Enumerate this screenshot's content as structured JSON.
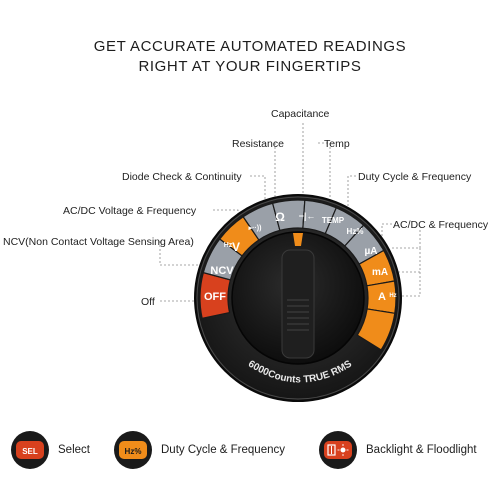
{
  "header": {
    "line1": "GET ACCURATE AUTOMATED READINGS",
    "line2": "RIGHT AT YOUR FINGERTIPS"
  },
  "callouts": {
    "capacitance": "Capacitance",
    "resistance": "Resistance",
    "temp": "Temp",
    "diode": "Diode Check & Continuity",
    "duty_top": "Duty Cycle & Frequency",
    "acdc_voltage": "AC/DC Voltage & Frequency",
    "acdc_right": "AC/DC & Frequency",
    "ncv": "NCV(Non Contact Voltage Sensing Area)",
    "off": "Off"
  },
  "dial": {
    "brand_text": "6000Counts TRUE RMS",
    "positions": {
      "off": "OFF",
      "ncv": "NCV",
      "volt": "V",
      "volt_hz": "Hz",
      "diode": "▸··))",
      "ohm": "Ω",
      "cap": "−|←",
      "temp": "TEMP",
      "hz_pct": "Hz%",
      "ua": "µA",
      "ma": "mA",
      "amp": "A",
      "hz": "Hz"
    }
  },
  "legend": {
    "sel_button": "SEL",
    "select_label": "Select",
    "hz_button": "Hz%",
    "duty_label": "Duty Cycle & Frequency",
    "backlight_label": "Backlight & Floodlight"
  },
  "colors": {
    "orange": "#f08c1a",
    "red": "#d8411e",
    "gray": "#9aa0a8",
    "dial_black": "#1a1a1a",
    "leader_line": "#888888"
  },
  "icons": {
    "backlight": "lightbulb-icon"
  }
}
